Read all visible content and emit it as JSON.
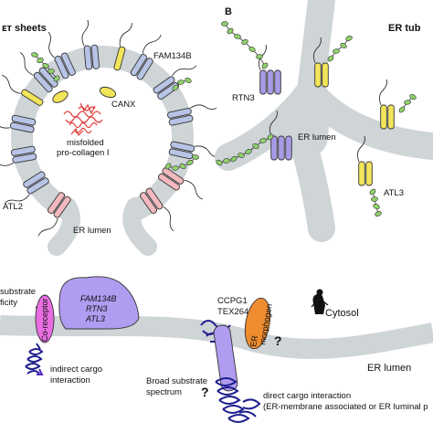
{
  "colors": {
    "membrane": "#cfd4d7",
    "rtn_purple": "#a89be6",
    "tm_blue": "#b7c4e6",
    "yellow": "#f2e55a",
    "pink": "#f2b9be",
    "bead_green": "#8fd16a",
    "coreceptor_magenta": "#e86de0",
    "receptor_lavender": "#b09cf0",
    "morphogen_orange": "#ef8c2f",
    "cargo_navy": "#1f1f8f",
    "collagen_red": "#e23a3a"
  },
  "panelA": {
    "title": "ᴇᴛ sheets",
    "labels": {
      "fam134b": "FAM134B",
      "canx": "CANX",
      "misfolded_1": "misfolded",
      "misfolded_2": "pro-collagen I",
      "atl2": "ATL2",
      "er_lumen": "ER lumen"
    }
  },
  "panelB": {
    "letter": "B",
    "title": "ER tub",
    "labels": {
      "rtn3": "RTN3",
      "er_lumen": "ER lumen",
      "atl3": "ATL3"
    }
  },
  "panelC": {
    "left_text_1": "substrate",
    "left_text_2": "ficity",
    "question_1": "?",
    "coreceptor": "Co-receptor",
    "receptor_1": "FAM134B",
    "receptor_2": "RTN3",
    "receptor_3": "ATL3",
    "indirect_1": "indirect cargo",
    "indirect_2": "interaction",
    "ccpg1": "CCPG1",
    "tex264": "TEX264",
    "morphogen_1": "ER",
    "morphogen_2": "morphogen",
    "question_2": "?",
    "cytosol": "Cytosol",
    "er_lumen": "ER lumen",
    "broad_1": "Broad substrate",
    "broad_2": "spectrum",
    "question_3": "?",
    "direct_1": "direct cargo interaction",
    "direct_2": "(ER-membrane associated or ER luminal p"
  }
}
